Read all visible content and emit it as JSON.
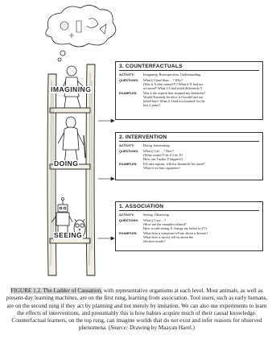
{
  "figure": {
    "rung_labels": {
      "imagining": "IMAGINING",
      "doing": "DOING",
      "seeing": "SEEING"
    },
    "boxes": [
      {
        "title": "3. COUNTERFACTUALS",
        "activity_label": "ACTIVITY:",
        "activity": "Imagining, Retrospection, Understanding",
        "questions_label": "QUESTIONS:",
        "questions": [
          "What if I had done ...? Why?",
          "(Was it X that caused Y? What if X had not",
          "occurred? What if I had acted differently?)"
        ],
        "examples_label": "EXAMPLES:",
        "examples": [
          "Was it the aspirin that stopped my headache?",
          "Would Kennedy be alive if Oswald had not",
          "killed him? What if I had not smoked for the",
          "last 2 years?"
        ]
      },
      {
        "title": "2. INTERVENTION",
        "activity_label": "ACTIVITY:",
        "activity": "Doing, Intervening",
        "questions_label": "QUESTIONS:",
        "questions": [
          "What if I do ...? How?",
          "(What would Y be if I do X?",
          "How can I make Y happen?)"
        ],
        "examples_label": "EXAMPLES:",
        "examples": [
          "If I take aspirin, will my headache be cured?",
          "What if we ban cigarettes?"
        ]
      },
      {
        "title": "1. ASSOCIATION",
        "activity_label": "ACTIVITY:",
        "activity": "Seeing, Observing",
        "questions_label": "QUESTIONS:",
        "questions": [
          "What if I see ...?",
          "(How are the variables related?",
          "How would seeing X change my belief in Y?)"
        ],
        "examples_label": "EXAMPLES:",
        "examples": [
          "What does a symptom tell me about a disease?",
          "What does a survey tell us about the",
          "election results?"
        ]
      }
    ]
  },
  "caption": {
    "lead": "FIGURE 1.2. The Ladder of Causation,",
    "body": " with representative organisms at each level. Most animals, as well as present-day learning machines, are on the first rung, learning from association. Tool users, such as early humans, are on the second rung if they act by planning and not merely by imitation. We can also use experiments to learn the effects of interventions, and presumably this is how babies acquire much of their causal knowledge. Counterfactual learners, on the top rung, can imagine worlds that do not exist and infer reasons for observed phenomena. (",
    "source_em": "Source:",
    "source_rest": " Drawing by Maayan Harel.)"
  },
  "colors": {
    "ink": "#1a1a1a",
    "caption_highlight": "#d9d9d9",
    "wood": "#f4efe4"
  }
}
